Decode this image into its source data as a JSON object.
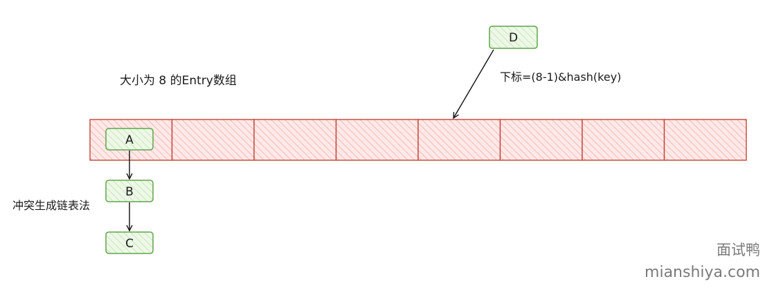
{
  "array": {
    "title": "大小为 8 的Entry数组",
    "size": 8,
    "fill_color": "#fdd8d6",
    "stroke_color": "#c0392b"
  },
  "nodes": {
    "a": "A",
    "b": "B",
    "c": "C",
    "d": "D",
    "fill_color": "#d5f0c8",
    "stroke_color": "#5fa548"
  },
  "annotations": {
    "index_formula": "下标=(8-1)&hash(key)",
    "collision_note": "冲突生成链表法"
  },
  "watermark": {
    "brand_cn": "面试鸭",
    "brand_url": "mianshiya.com"
  },
  "colors": {
    "arrow": "#1a1a1a",
    "text": "#1a1a1a",
    "watermark": "#7a7a7a"
  }
}
